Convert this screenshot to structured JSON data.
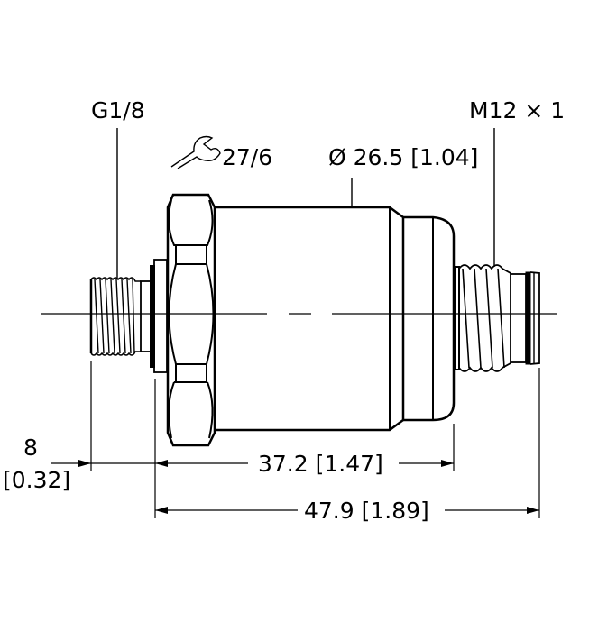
{
  "drawing": {
    "title": "Pressure sensor dimension drawing",
    "labels": {
      "process_thread": "G1/8",
      "wrench_size": "27/6",
      "body_diameter": "Ø 26.5 [1.04]",
      "connector_thread": "M12 × 1",
      "thread_length_mm": "8",
      "thread_length_in": "[0.32]",
      "body_length": "37.2 [1.47]",
      "total_length": "47.9 [1.89]"
    },
    "icons": {
      "wrench": "wrench-icon"
    },
    "colors": {
      "line": "#000000",
      "background": "#ffffff"
    }
  }
}
